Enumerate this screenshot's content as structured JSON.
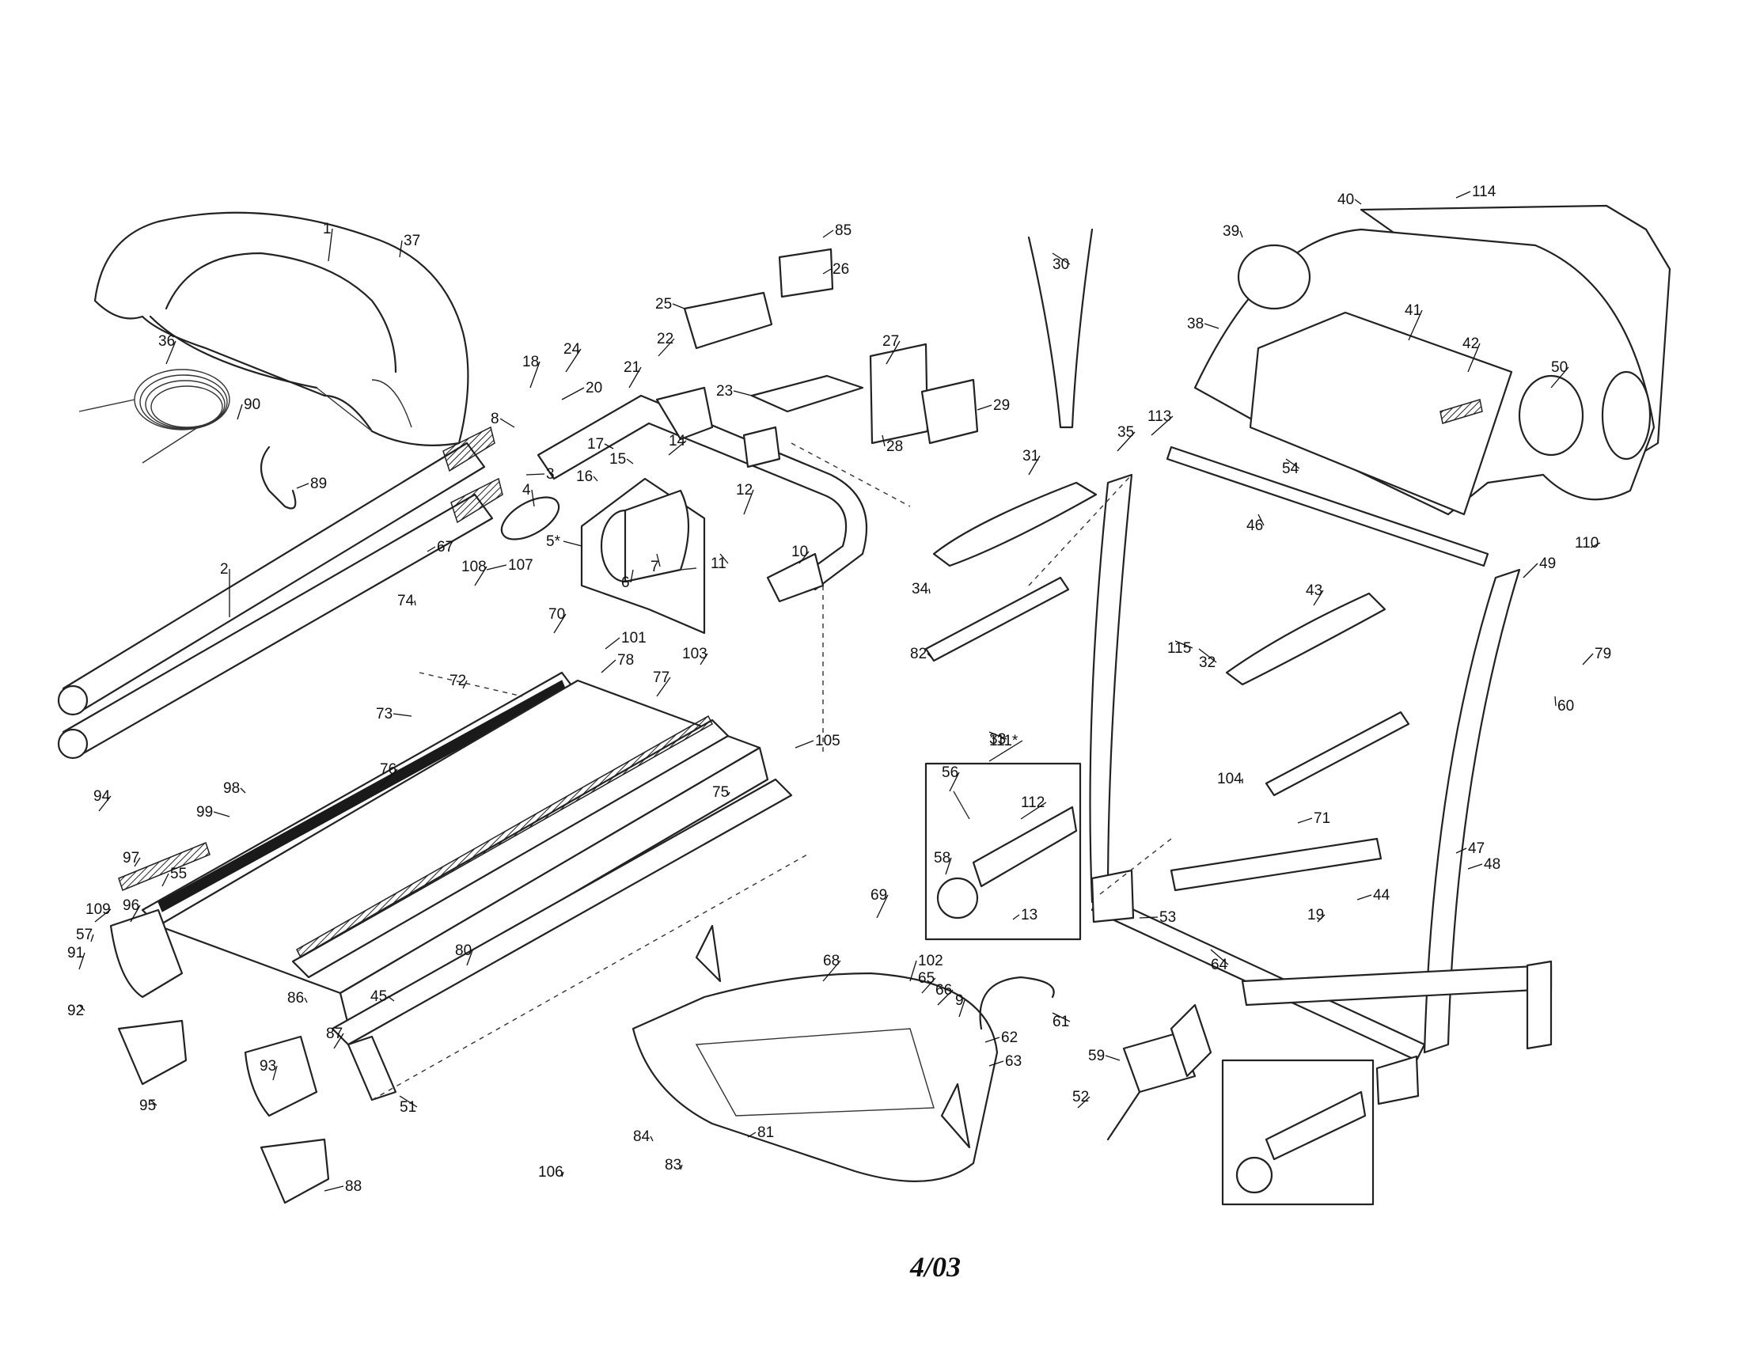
{
  "page_code": "4/03",
  "callouts": [
    "1",
    "2",
    "3",
    "4",
    "5*",
    "6",
    "7",
    "8",
    "9",
    "10",
    "11",
    "12",
    "13",
    "14",
    "15",
    "16",
    "17",
    "18",
    "19",
    "20",
    "21",
    "22",
    "23",
    "24",
    "25",
    "26",
    "27",
    "28",
    "29",
    "30",
    "31",
    "32",
    "33",
    "34",
    "35",
    "36",
    "37",
    "38",
    "39",
    "40",
    "41",
    "42",
    "43",
    "44",
    "45",
    "46",
    "47",
    "48",
    "49",
    "50",
    "51",
    "52",
    "53",
    "54",
    "55",
    "56",
    "57",
    "58",
    "59",
    "60",
    "61",
    "62",
    "63",
    "64",
    "65",
    "66",
    "67",
    "68",
    "69",
    "70",
    "71",
    "72",
    "73",
    "74",
    "75",
    "76",
    "77",
    "78",
    "79",
    "80",
    "81",
    "82",
    "83",
    "84",
    "85",
    "86",
    "87",
    "88",
    "89",
    "90",
    "91",
    "92",
    "93",
    "94",
    "95",
    "96",
    "97",
    "98",
    "99",
    "101",
    "102",
    "103",
    "104",
    "105",
    "106",
    "107",
    "108",
    "109",
    "110",
    "111*",
    "112",
    "113",
    "114",
    "115"
  ]
}
